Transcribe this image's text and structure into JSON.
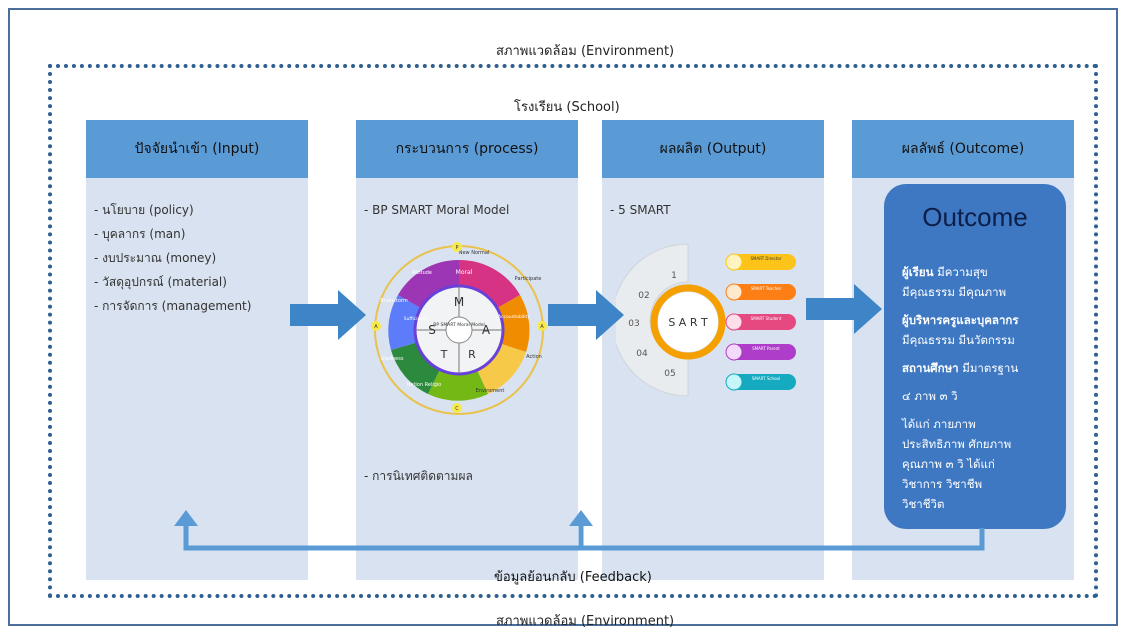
{
  "environment": {
    "top_label": "สภาพแวดล้อม (Environment)",
    "bottom_label": "สภาพแวดล้อม (Environment)"
  },
  "school": {
    "label": "โรงเรียน (School)"
  },
  "columns": [
    {
      "title": "ปัจจัยนำเข้า (Input)",
      "items": [
        "- นโยบาย (policy)",
        "- บุคลากร (man)",
        "- งบประมาณ (money)",
        "- วัสดุอุปกรณ์ (material)",
        "- การจัดการ (management)"
      ]
    },
    {
      "title": "กระบวนการ (process)",
      "items": [
        "- BP SMART  Moral  Model"
      ],
      "footer": "- การนิเทศติดตามผล"
    },
    {
      "title": "ผลผลิต (Output)",
      "items": [
        "- 5 SMART"
      ]
    },
    {
      "title": "ผลลัพธ์ (Outcome)"
    }
  ],
  "moral_wheel": {
    "center_letters": [
      "M",
      "A",
      "R",
      "T",
      "S"
    ],
    "center_text": "BP SMART Moral Model",
    "ring_labels": [
      "Moral",
      "New Normal",
      "Participate",
      "Accountability",
      "Action",
      "Enviroment",
      "Nation Religio",
      "Gladness",
      "Brainstorm",
      "Attitude",
      "Sufficiency"
    ],
    "dot_labels": [
      "P",
      "A",
      "C",
      "A"
    ]
  },
  "smart_diagram": {
    "center_text": "S  A R T",
    "numbers": [
      "1",
      "02",
      "03",
      "04",
      "05"
    ],
    "pill_labels": [
      "SMART Director",
      "SMART Teacher",
      "SMART Student",
      "SMART Parent",
      "SMART School"
    ]
  },
  "outcome": {
    "title": "Outcome",
    "lines": [
      {
        "bold": "ผู้เรียน",
        "text": " มีความสุข"
      },
      {
        "bold": "",
        "text": "มีคุณธรรม มีคุณภาพ"
      },
      {
        "bold": "ผู้บริหารครูและบุคลากร",
        "text": ""
      },
      {
        "bold": "",
        "text": "มีคุณธรรม มีนวัตกรรม"
      },
      {
        "bold": "สถานศึกษา",
        "text": " มีมาตรฐาน"
      },
      {
        "bold": "",
        "text": "๔ ภาพ ๓ วิ"
      },
      {
        "bold": "",
        "text": "ได้แก่ ภายภาพ"
      },
      {
        "bold": "",
        "text": "ประสิทธิภาพ ศักยภาพ"
      },
      {
        "bold": "",
        "text": "คุณภาพ ๓ วิ ได้แก่"
      },
      {
        "bold": "",
        "text": "วิชาการ วิชาชีพ"
      },
      {
        "bold": "",
        "text": "วิชาชีวิต"
      }
    ]
  },
  "feedback": {
    "label": "ข้อมูลย้อนกลับ (Feedback)"
  },
  "colors": {
    "header": "#5b9bd5",
    "column": "#d9e2f0",
    "arrow": "#3d85c6",
    "outcome_card": "#3e78c2",
    "frame": "#2f5f8f"
  }
}
